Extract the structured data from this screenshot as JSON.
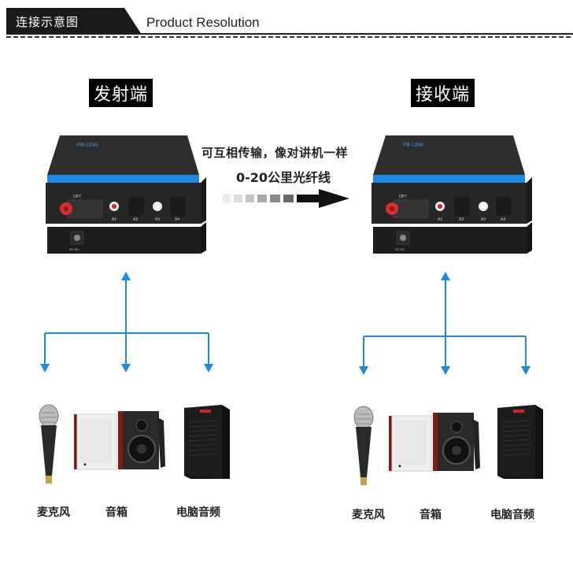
{
  "header": {
    "left_title": "连接示意图",
    "right_title": "Product Resolution"
  },
  "labels": {
    "transmitter": "发射端",
    "receiver": "接收端"
  },
  "description": {
    "line1": "可互相传输，像对讲机一样",
    "line2": "0-20公里光纤线"
  },
  "device": {
    "port_labels": [
      "OPT",
      "A1",
      "A2",
      "A3",
      "A4"
    ],
    "power_label": "DC 5V",
    "brand_text": "FB-LINK"
  },
  "captions": {
    "tx": [
      "麦克风",
      "音箱",
      "电脑音频"
    ],
    "rx": [
      "麦克风",
      "音箱",
      "电脑音频"
    ]
  },
  "colors": {
    "accent_blue": "#1e88e5",
    "device_body": "#2b2b2b",
    "header_dark": "#1a1a1a"
  }
}
